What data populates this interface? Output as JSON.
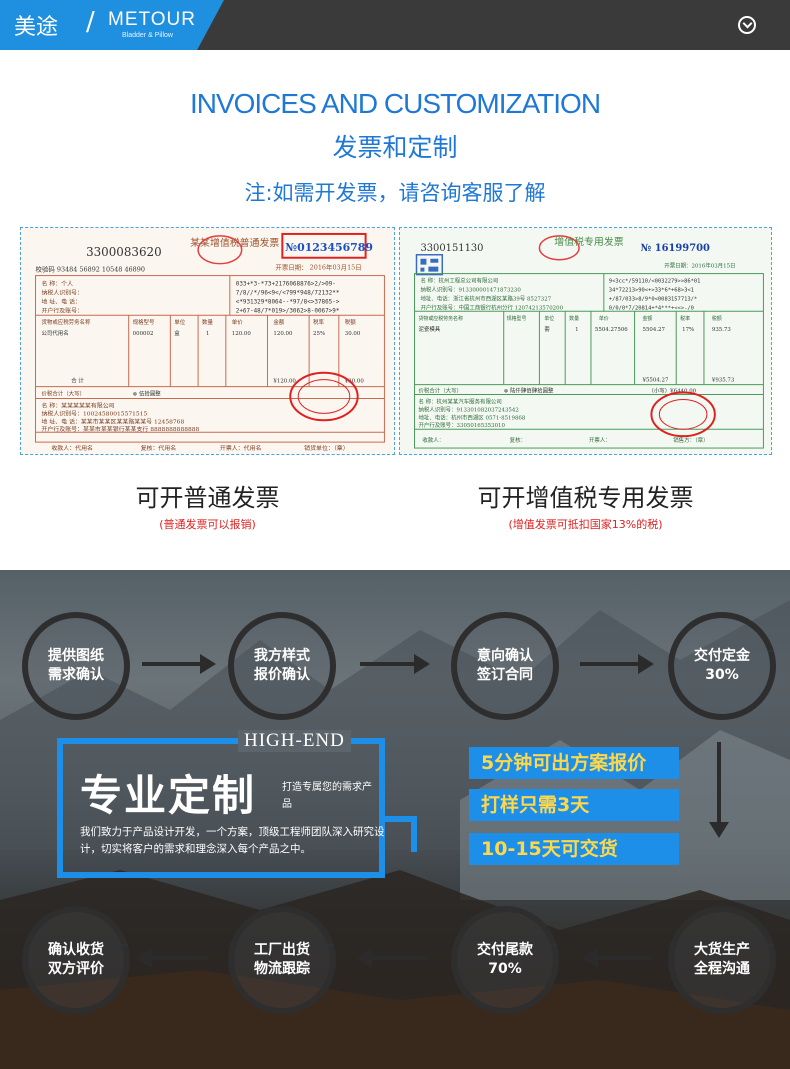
{
  "header": {
    "brand_cn": "美途",
    "slash": "/",
    "brand_en": "METOUR",
    "brand_sub": "Bladder & Pillow"
  },
  "section": {
    "title_en": "INVOICES AND CUSTOMIZATION",
    "title_cn": "发票和定制",
    "note": "注:如需开发票，请咨询客服了解"
  },
  "invoice_common": {
    "code": "3300083620",
    "title": "某某增值税普通发票",
    "number": "№0123456789",
    "check_code": "校验码 93484 56892 10548 46890",
    "date": "开票日期： 2016年03月15日",
    "rows": [
      "名    称：个人",
      "纳税人识别号：",
      "地 址、电 话：",
      "开户行及账号："
    ],
    "cipher": [
      "033+*3-*73+2176068876>2/>09-",
      "7/8//*/96<9</<799*948/72132**",
      "<*931329*8064--*97/8<>37865->",
      "2+67-48/7*019>/3062>8-0067>9*"
    ],
    "cols": [
      "货物或应税劳务名称",
      "规格型号",
      "单位",
      "数量",
      "单价",
      "金额",
      "税率",
      "税额"
    ],
    "item": [
      "公司代用名",
      "000002",
      "盒",
      "1",
      "120.00",
      "120.00",
      "25%",
      "30.00"
    ],
    "total_label": "合    计",
    "total_amount": "¥120.00",
    "total_tax": "¥30.00",
    "total_upper": "价税合计（大写）",
    "total_upper_val": "⊗ 伍拾圆整",
    "seller": [
      "名    称：某某某某某有限公司",
      "纳税人识别号：10024580015571515",
      "地 址、电 话：某某市某某区某某路某某号 12458768",
      "开户行及账号：某某市某某银行某某支行 8888888888888"
    ],
    "footer": [
      "收款人：代用名",
      "复核：代用名",
      "开票人：代用名",
      "销货单位：（章）"
    ]
  },
  "invoice_vat": {
    "code": "3300151130",
    "title": "增值税专用发票",
    "number": "№ 16199700",
    "date": "开票日期：2016年03月15日",
    "buyer": [
      "名    称：杭州工程总公司有限公司",
      "纳税人识别号：913300001471873230",
      "地址、电话：浙江省杭州市西湖区某路39号 8527327",
      "开户行及账号：中国工商银行杭州分行 12074213570200"
    ],
    "cipher": [
      "9<3cc*/59110/<0032279>>86*01",
      "34*72213>90<+>33*6*+68>3<1",
      "+/87/033>8/9*0<0083157713/*",
      "0/0/0*7/20814+*4***+<<>-/0"
    ],
    "cols": [
      "货物或应税劳务名称",
      "规格型号",
      "单位",
      "数量",
      "单价",
      "金额",
      "税率",
      "税额"
    ],
    "item": [
      "泥瓷模具",
      "",
      "套",
      "1",
      "5504.27506",
      "5504.27",
      "17%",
      "935.73"
    ],
    "total_amount": "¥5504.27",
    "total_tax": "¥935.73",
    "total_upper": "价税合计（大写）",
    "total_upper_val": "⊗ 陆仟肆佰肆拾圆整",
    "total_small": "（小写）¥6440.00",
    "seller": [
      "名    称：杭州某某汽车服务有限公司",
      "纳税人识别号：913301082037243542",
      "地址、电话：杭州市西湖区 0571-8519868",
      "开户行及账号：33050165353010"
    ],
    "footer": [
      "收款人：",
      "复核：",
      "开票人：",
      "销售方：（章）"
    ]
  },
  "captions": {
    "normal": "可开普通发票",
    "normal_sub": "(普通发票可以报销)",
    "vat": "可开增值税专用发票",
    "vat_sub": "(增值发票可抵扣国家13%的税)"
  },
  "steps": {
    "s1": [
      "提供图纸",
      "需求确认"
    ],
    "s2": [
      "我方样式",
      "报价确认"
    ],
    "s3": [
      "意向确认",
      "签订合同"
    ],
    "s4": [
      "交付定金",
      "30%"
    ],
    "s5": [
      "大货生产",
      "全程沟通"
    ],
    "s6": [
      "交付尾款",
      "70%"
    ],
    "s7": [
      "工厂出货",
      "物流跟踪"
    ],
    "s8": [
      "确认收货",
      "双方评价"
    ]
  },
  "highend": {
    "label": "HIGH-END",
    "title": "专业定制",
    "side": "打造专属您的需求产品",
    "desc": "我们致力于产品设计开发，一个方案，顶级工程师团队深入研究设计，切实将客户的需求和理念深入每个产品之中。"
  },
  "pills": {
    "p1": "5分钟可出方案报价",
    "p2": "打样只需3天",
    "p3": "10-15天可交货"
  },
  "colors": {
    "brand_blue": "#1f8fe0",
    "title_blue": "#1f78d6",
    "accent_red": "#e02020",
    "pill_text": "#ffd84a"
  }
}
